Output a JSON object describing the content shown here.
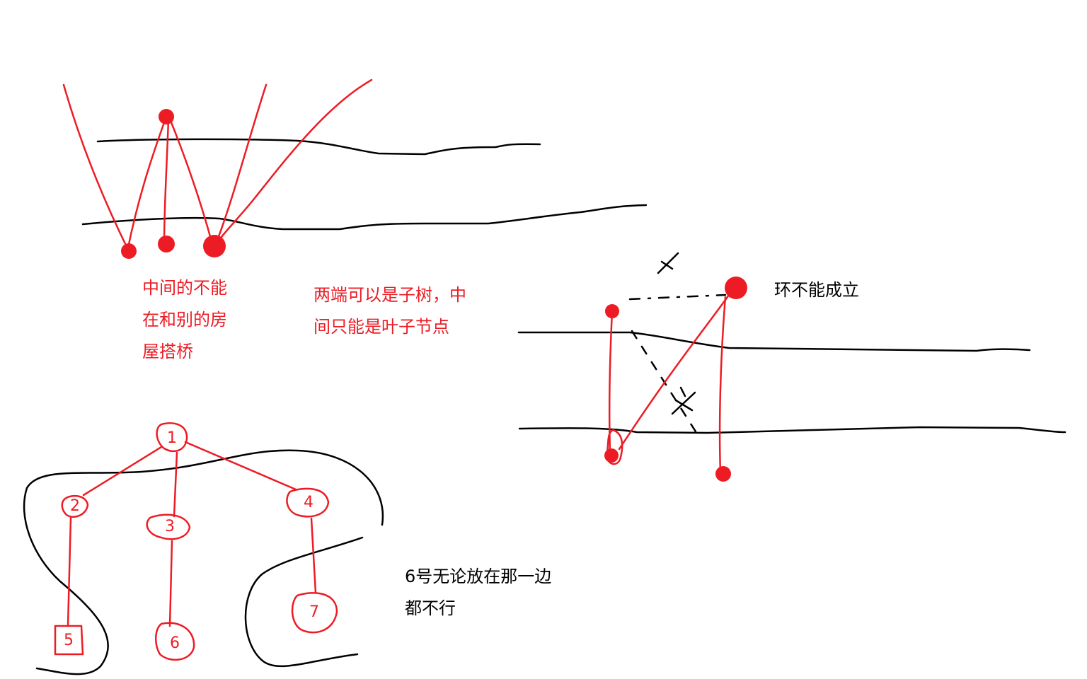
{
  "colors": {
    "ink_red": "#ed1c24",
    "ink_black": "#000000",
    "background": "#ffffff"
  },
  "notes": {
    "middle_cannot": [
      "中间的不能",
      "在和别的房",
      "屋搭桥"
    ],
    "ends_subtree": [
      "两端可以是子树，中",
      "间只能是叶子节点"
    ],
    "cycle_invalid": "环不能成立",
    "node6": [
      "6号无论放在那一边",
      "都不行"
    ]
  },
  "tree": {
    "nodes": [
      "1",
      "2",
      "3",
      "4",
      "5",
      "6",
      "7"
    ]
  }
}
